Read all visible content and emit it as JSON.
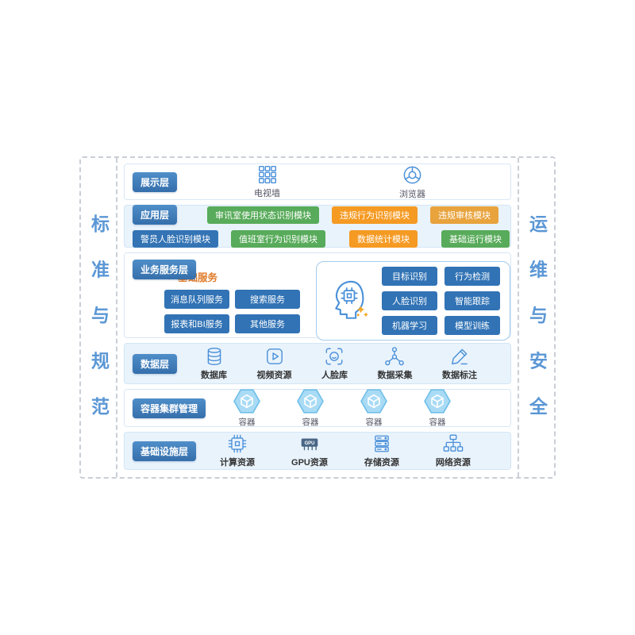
{
  "sidebars": {
    "left": "标准与规范",
    "right": "运维与安全"
  },
  "presentation": {
    "label": "展示层",
    "items": [
      {
        "label": "电视墙",
        "icon": "tv-wall-icon"
      },
      {
        "label": "浏览器",
        "icon": "browser-icon"
      }
    ]
  },
  "application": {
    "label": "应用层",
    "row1": [
      {
        "label": "审讯室使用状态识别模块",
        "color": "#58ab5a"
      },
      {
        "label": "违规行为识别模块",
        "color": "#f59a23"
      },
      {
        "label": "违规审核模块",
        "color": "#e8a33d"
      }
    ],
    "row2": [
      {
        "label": "警员人脸识别模块",
        "color": "#3474b5"
      },
      {
        "label": "值班室行为识别模块",
        "color": "#58ab5a"
      },
      {
        "label": "数据统计模块",
        "color": "#f59a23"
      },
      {
        "label": "基础运行模块",
        "color": "#58ab5a"
      }
    ]
  },
  "business": {
    "label": "业务服务层",
    "basic": {
      "title": "基础服务",
      "items": [
        "消息队列服务",
        "搜索服务",
        "报表和BI服务",
        "其他服务"
      ]
    },
    "ai": {
      "items": [
        "目标识别",
        "行为检测",
        "人脸识别",
        "智能跟踪",
        "机器学习",
        "模型训练"
      ]
    }
  },
  "data_layer": {
    "label": "数据层",
    "items": [
      {
        "label": "数据库",
        "icon": "database-icon"
      },
      {
        "label": "视频资源",
        "icon": "video-icon"
      },
      {
        "label": "人脸库",
        "icon": "face-scan-icon"
      },
      {
        "label": "数据采集",
        "icon": "data-collect-icon"
      },
      {
        "label": "数据标注",
        "icon": "annotate-icon"
      }
    ]
  },
  "container_layer": {
    "label": "容器集群管理",
    "items": [
      {
        "label": "容器"
      },
      {
        "label": "容器"
      },
      {
        "label": "容器"
      },
      {
        "label": "容器"
      }
    ]
  },
  "infrastructure": {
    "label": "基础设施层",
    "items": [
      {
        "label": "计算资源",
        "icon": "cpu-icon"
      },
      {
        "label": "GPU资源",
        "icon": "gpu-icon"
      },
      {
        "label": "存储资源",
        "icon": "storage-icon"
      },
      {
        "label": "网络资源",
        "icon": "network-icon"
      }
    ]
  },
  "colors": {
    "badge_blue": "#3b76b3",
    "module_green": "#58ab5a",
    "module_orange": "#f59a23",
    "module_amber": "#e8a33d",
    "module_blue": "#3474b5",
    "service_chip_blue": "#3173b5",
    "icon_blue": "#4a90d9",
    "layer_bg_light": "#e9f3fc",
    "sidebar_text_blue": "#5b97d5",
    "accent_orange": "#e07b2a",
    "hexagon_fill": "#a9dbf5"
  }
}
